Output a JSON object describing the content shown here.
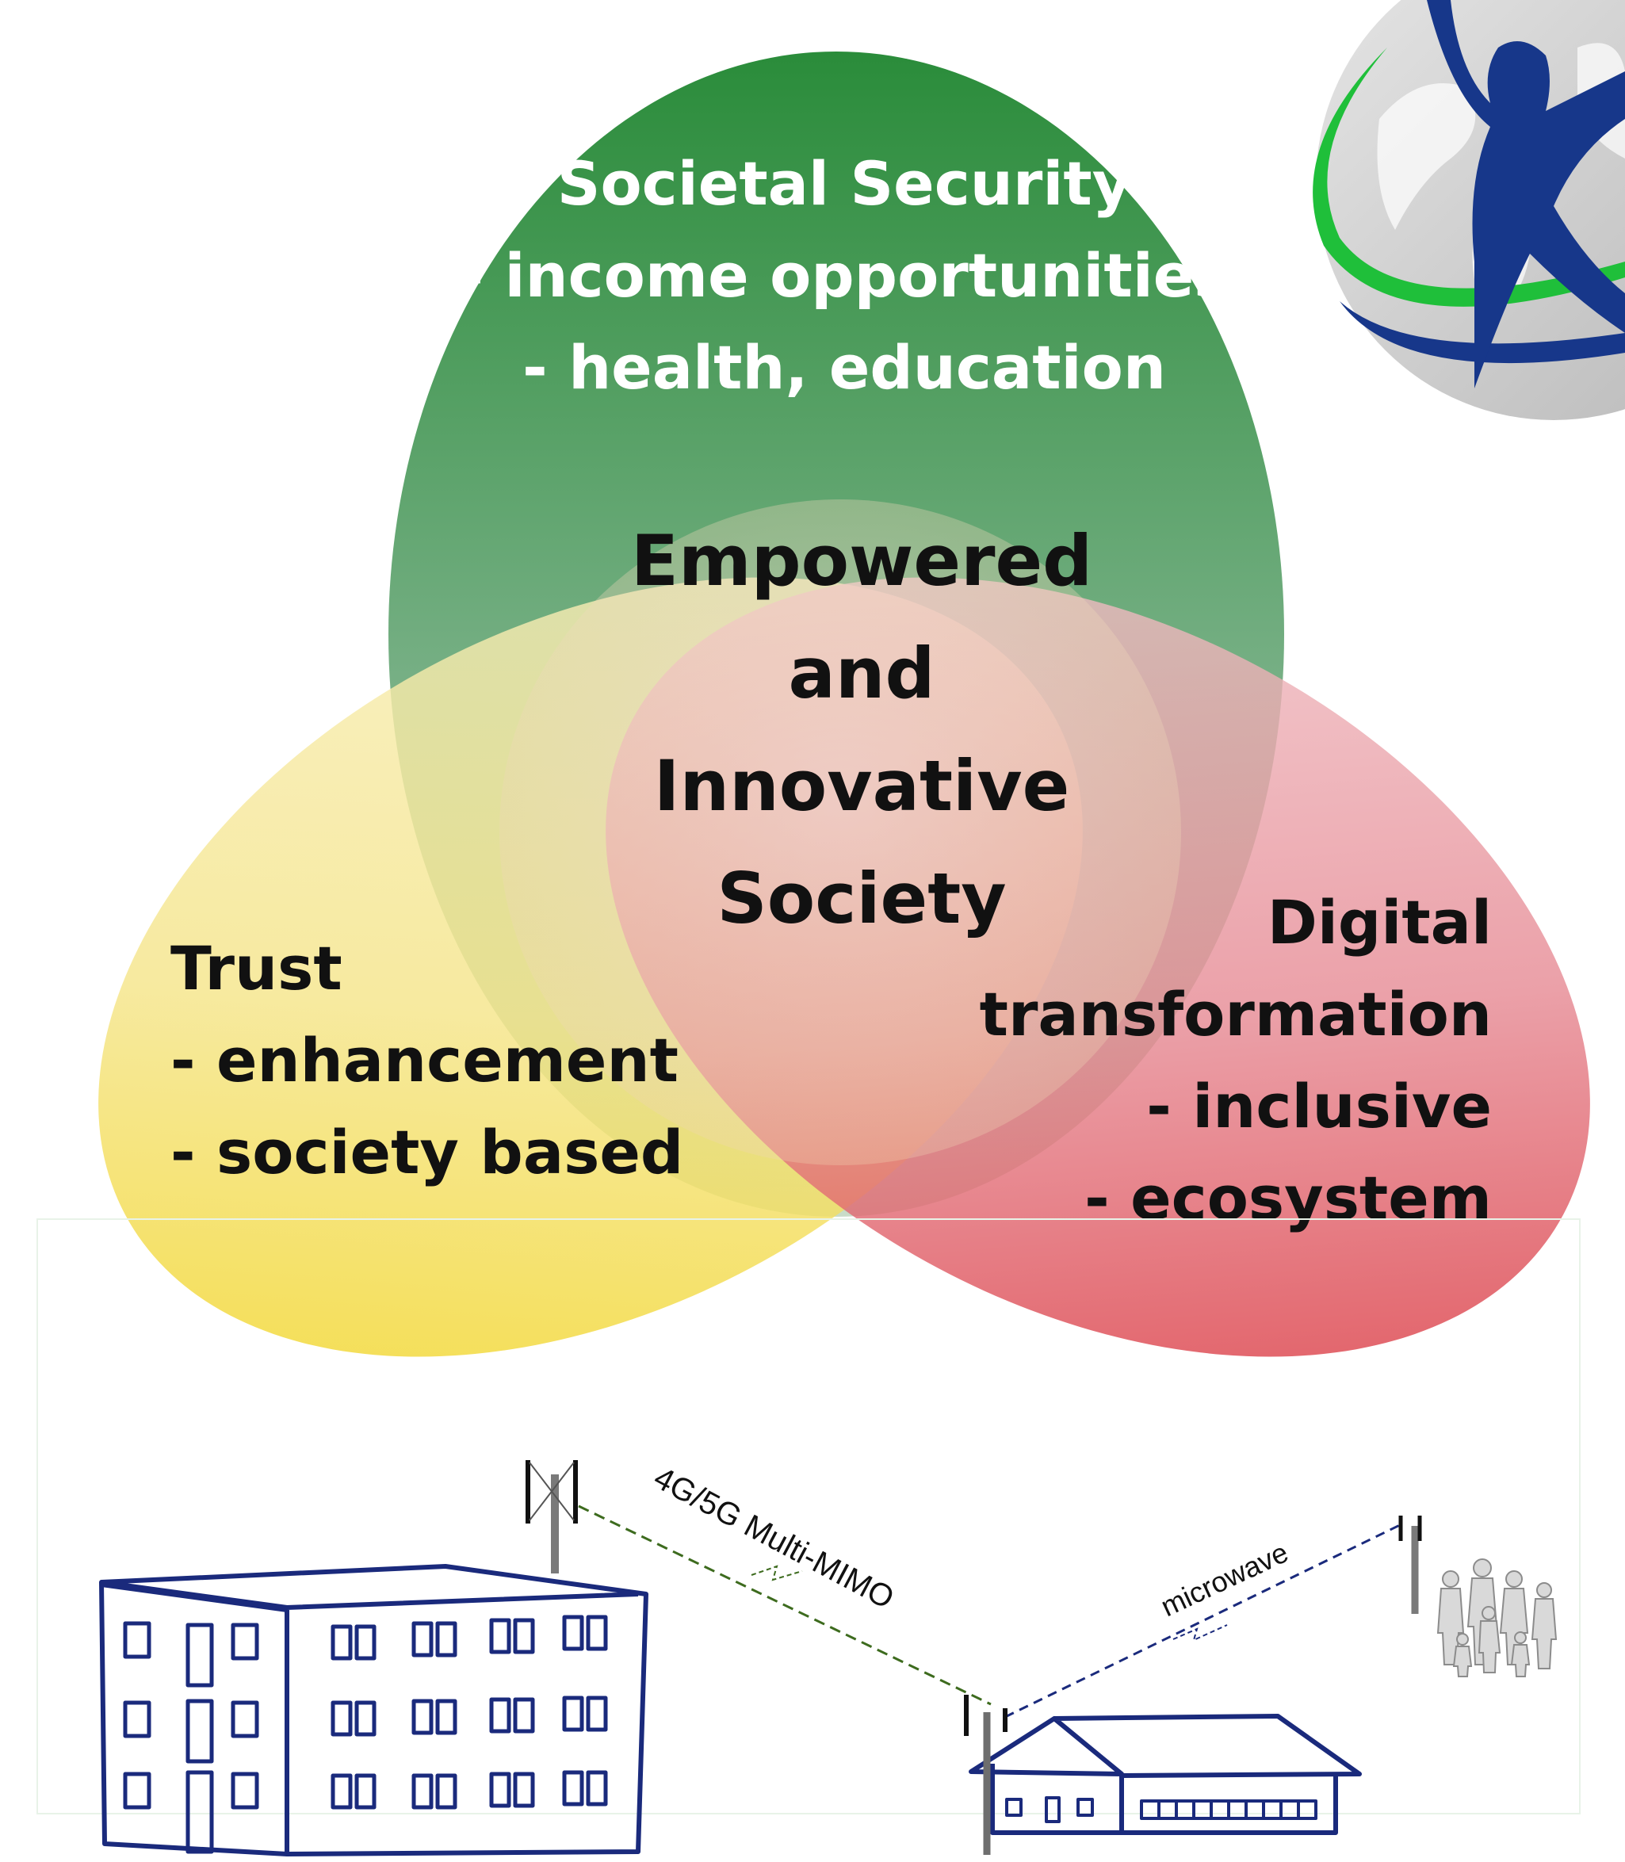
{
  "venn": {
    "top": {
      "title": "Societal Security",
      "lines": [
        "- income opportunities",
        "- health, education"
      ]
    },
    "left": {
      "title": "Trust",
      "lines": [
        "- enhancement",
        "- society based"
      ]
    },
    "right": {
      "title_lines": [
        "Digital",
        "transformation"
      ],
      "lines": [
        "- inclusive",
        "- ecosystem"
      ]
    },
    "center": {
      "lines": [
        "Empowered",
        "and",
        "Innovative",
        "Society"
      ]
    }
  },
  "network": {
    "link_4g_label": "4G/5G Multi-MIMO",
    "link_microwave_label": "microwave"
  },
  "colors": {
    "green": "#2e8f3e",
    "yellow": "#f3d81a",
    "red": "#d71f27",
    "navy": "#1a2a7c",
    "logo_blue": "#17378a",
    "logo_green": "#1fbf3a"
  }
}
